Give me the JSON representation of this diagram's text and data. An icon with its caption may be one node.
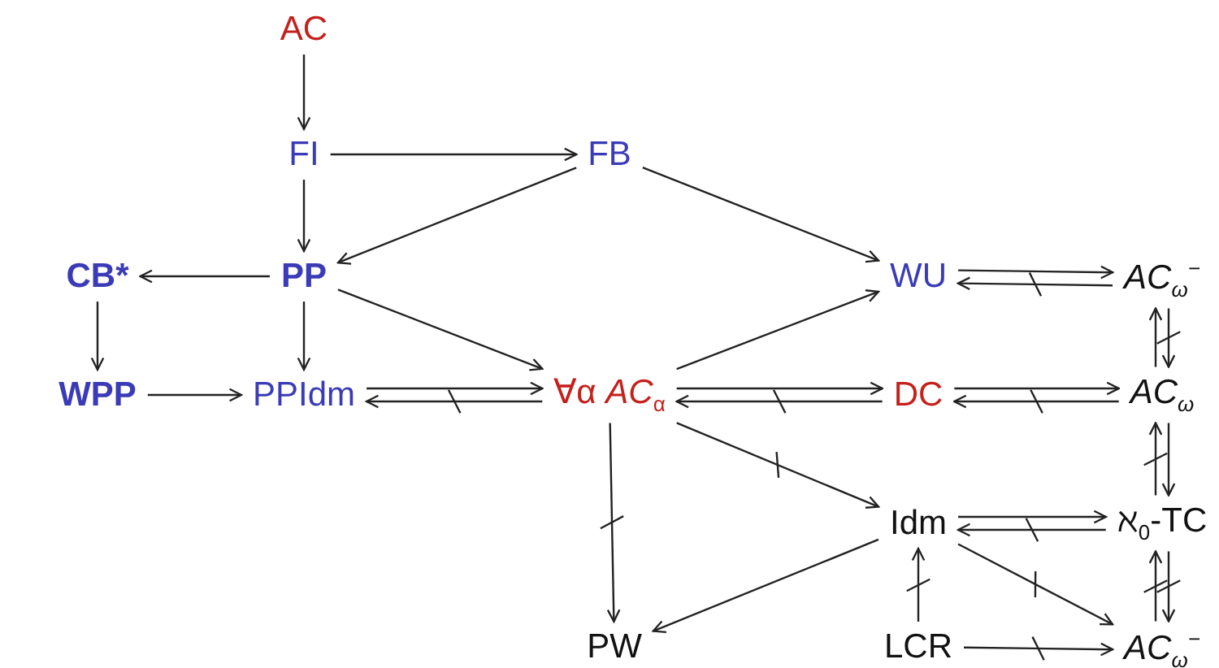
{
  "diagram": {
    "nodes": [
      {
        "text": [
          "AC"
        ]
      },
      {
        "text": [
          "FI"
        ]
      },
      {
        "text": [
          "FB"
        ]
      },
      {
        "text": [
          "CB*"
        ]
      },
      {
        "text": [
          "PP"
        ]
      },
      {
        "text": [
          "WU"
        ]
      },
      {
        "text": [
          "AC$_{ω}$$^{−}$"
        ]
      },
      {
        "text": [
          "WPP"
        ]
      },
      {
        "text": [
          "PPIdm"
        ]
      },
      {
        "text": [
          "∀α *AC*$_{α}$"
        ]
      },
      {
        "text": [
          "DC"
        ]
      },
      {
        "text": [
          "AC$_{ω}$"
        ]
      },
      {
        "text": [
          "Idm"
        ]
      },
      {
        "text": [
          "ℵ$_{0}$-TC"
        ]
      },
      {
        "text": [
          "PW"
        ]
      },
      {
        "text": [
          "LCR"
        ]
      },
      {
        "text": [
          "AC$_{ω}$$^{−}$"
        ]
      }
    ],
    "edges": [
      {
        "from": 0,
        "to": 1,
        "arrow": "to"
      },
      {
        "from": 1,
        "to": 2,
        "arrow": "to"
      },
      {
        "from": 1,
        "to": 4,
        "arrow": "to"
      },
      {
        "from": 2,
        "to": 4,
        "arrow": "to"
      },
      {
        "from": 2,
        "to": 5,
        "arrow": "to"
      },
      {
        "from": 4,
        "to": 3,
        "arrow": "to"
      },
      {
        "from": 5,
        "to": 6,
        "arrow": "to"
      },
      {
        "from": 6,
        "to": 5,
        "arrow": "to"
      },
      {
        "from": 3,
        "to": 7,
        "arrow": "to"
      },
      {
        "from": 4,
        "to": 8,
        "arrow": "to"
      },
      {
        "from": 4,
        "to": 9,
        "arrow": "to"
      },
      {
        "from": 9,
        "to": 5,
        "arrow": "to"
      },
      {
        "from": 11,
        "to": 6,
        "arrow": "to"
      },
      {
        "from": 6,
        "to": 11,
        "arrow": "to"
      },
      {
        "from": 7,
        "to": 8,
        "arrow": "to"
      },
      {
        "from": 8,
        "to": 9,
        "arrow": "to"
      },
      {
        "from": 9,
        "to": 8,
        "arrow": "to"
      },
      {
        "from": 9,
        "to": 10,
        "arrow": "to"
      },
      {
        "from": 10,
        "to": 9,
        "arrow": "to"
      },
      {
        "from": 10,
        "to": 11,
        "arrow": "to"
      },
      {
        "from": 11,
        "to": 10,
        "arrow": "to"
      },
      {
        "from": 9,
        "to": 12,
        "arrow": "to"
      },
      {
        "from": 13,
        "to": 11,
        "arrow": "to"
      },
      {
        "from": 11,
        "to": 13,
        "arrow": "to"
      },
      {
        "from": 9,
        "to": 14,
        "arrow": "to"
      },
      {
        "from": 12,
        "to": 13,
        "arrow": "to"
      },
      {
        "from": 13,
        "to": 12,
        "arrow": "to"
      },
      {
        "from": 12,
        "to": 14,
        "arrow": "to"
      },
      {
        "from": 15,
        "to": 12,
        "arrow": "to"
      },
      {
        "from": 12,
        "to": 16,
        "arrow": "to"
      },
      {
        "from": 16,
        "to": 13,
        "arrow": "to"
      },
      {
        "from": 13,
        "to": 16,
        "arrow": "to"
      },
      {
        "from": 15,
        "to": 16,
        "arrow": "to"
      }
    ]
  }
}
